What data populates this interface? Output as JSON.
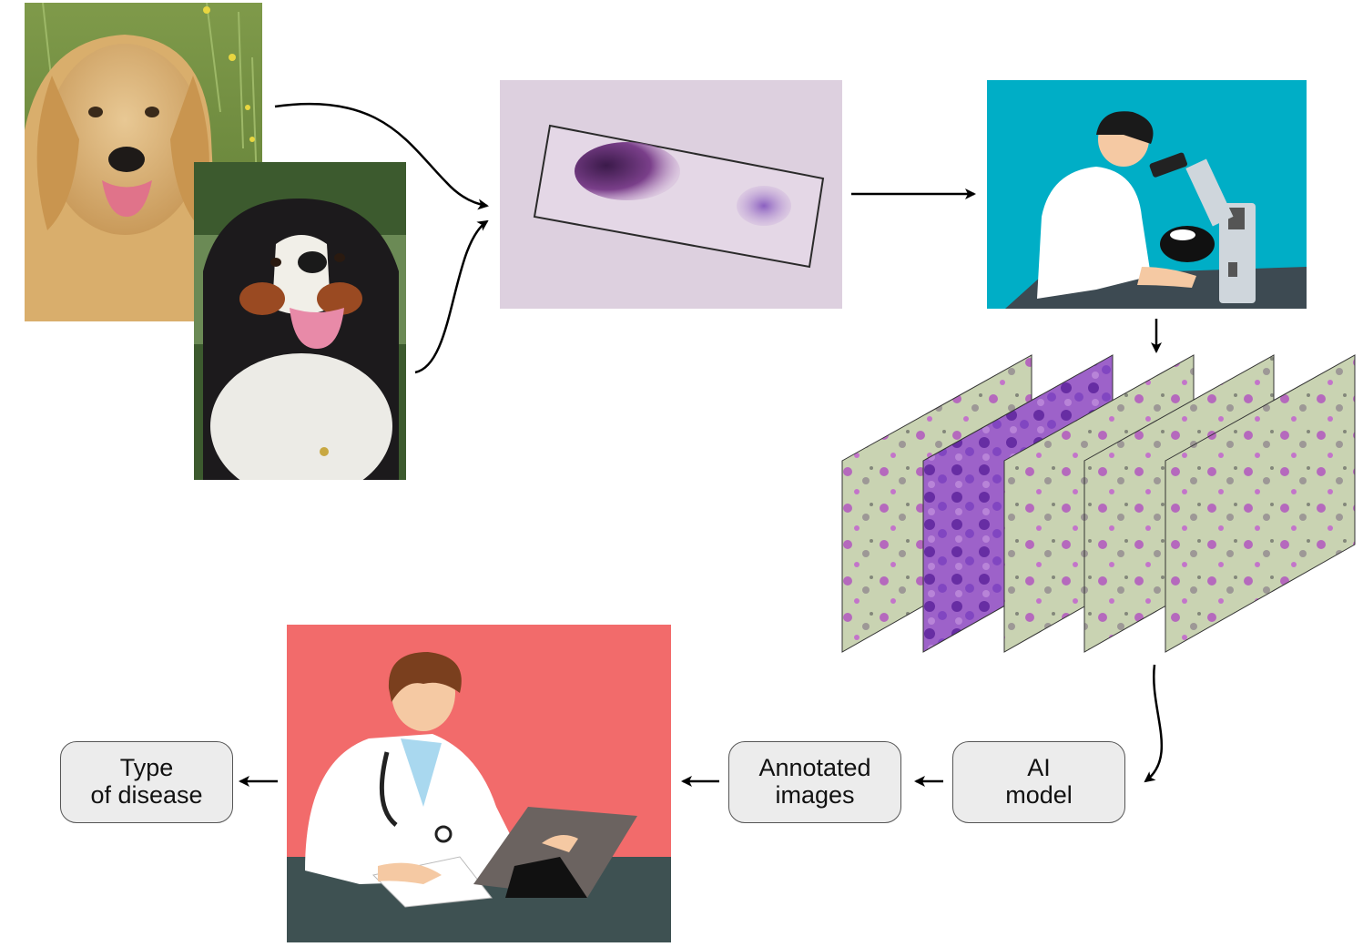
{
  "boxes": {
    "ai_model": {
      "line1": "AI",
      "line2": "model"
    },
    "annotated_images": {
      "line1": "Annotated",
      "line2": "images"
    },
    "type_of_disease": {
      "line1": "Type",
      "line2": "of disease"
    }
  },
  "colors": {
    "microscope_bg": "#00aec6",
    "doctor_bg": "#f26b6b",
    "desk": "#3e5152",
    "slide_bg": "#ddd0df",
    "stain": "#6b2f7a",
    "smear_bg": "#c9d3b2",
    "cells": "#9b3fb0",
    "box_fill": "#ececec"
  },
  "icons": [
    "golden-retriever-photo",
    "bernese-dog-photo",
    "glass-slide-photo",
    "microscope-scientist-illustration",
    "cytology-image-stack",
    "doctor-laptop-illustration"
  ]
}
